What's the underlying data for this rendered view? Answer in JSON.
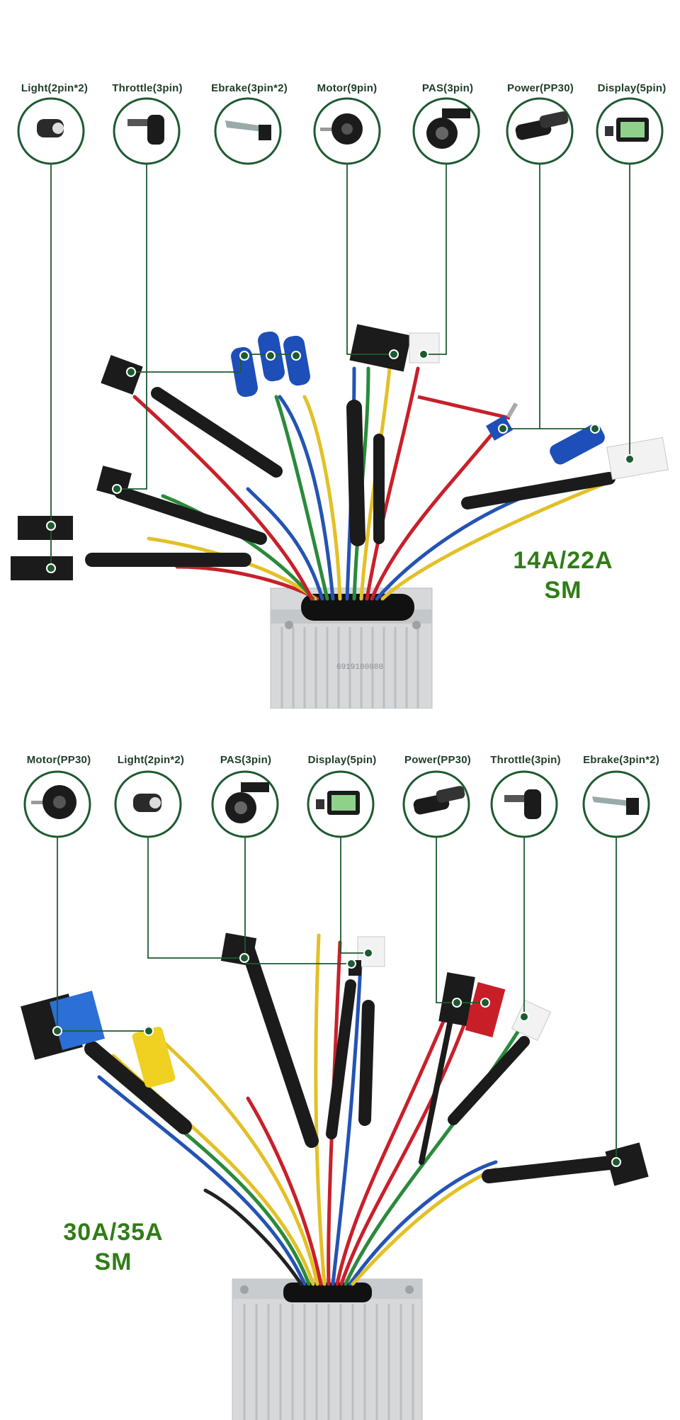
{
  "top": {
    "model_line1": "14A/22A",
    "model_line2": "SM",
    "controller_serial": "6919100080",
    "labels": [
      "Light(2pin*2)",
      "Throttle(3pin)",
      "Ebrake(3pin*2)",
      "Motor(9pin)",
      "PAS(3pin)",
      "Power(PP30)",
      "Display(5pin)"
    ],
    "icons": [
      "light-icon",
      "throttle-icon",
      "ebrake-icon",
      "motor-icon",
      "pas-sensor-icon",
      "power-connector-icon",
      "display-icon"
    ]
  },
  "bottom": {
    "model_line1": "30A/35A",
    "model_line2": "SM",
    "labels": [
      "Motor(PP30)",
      "Light(2pin*2)",
      "PAS(3pin)",
      "Display(5pin)",
      "Power(PP30)",
      "Throttle(3pin)",
      "Ebrake(3pin*2)"
    ],
    "icons": [
      "motor-icon",
      "light-icon",
      "pas-sensor-icon",
      "display-icon",
      "power-connector-icon",
      "throttle-icon",
      "ebrake-icon"
    ]
  },
  "colors": {
    "callout_line": "#1e5a30",
    "badge_text": "#2f7d16",
    "heatshrink": "#1b1b1b",
    "connector_blue": "#1e4fb8",
    "connector_red": "#c81e28",
    "connector_yellow": "#f0d020",
    "wire_red": "#c8202a",
    "wire_yellow": "#e3c026",
    "wire_green": "#2a8a3a",
    "wire_blue": "#2453b3",
    "wire_black": "#222222",
    "wire_white": "#e9e9e9"
  }
}
